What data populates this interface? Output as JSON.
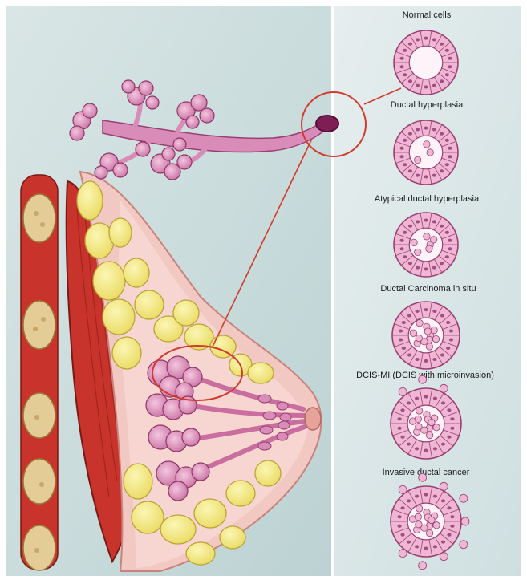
{
  "stages": [
    {
      "label": "Normal cells",
      "variant": "normal"
    },
    {
      "label": "Ductal hyperplasia",
      "variant": "hyperplasia"
    },
    {
      "label": "Atypical ductal hyperplasia",
      "variant": "atypical"
    },
    {
      "label": "Ductal Carcinoma in situ",
      "variant": "dcis"
    },
    {
      "label": "DCIS-MI (DCIS with microinvasion)",
      "variant": "dcis-mi"
    },
    {
      "label": "Invasive ductal cancer",
      "variant": "invasive"
    }
  ],
  "colors": {
    "background_left": "#cfe0e0",
    "background_right": "#dde9ea",
    "callout_line": "#d23a2e",
    "duct_pink": "#d98cb8",
    "cell_fill": "#efb7d4",
    "cell_stroke": "#9a3f73",
    "nucleus": "#a14e85",
    "muscle_red": "#c8342b",
    "fat_yellow": "#f3e47a",
    "rib_tan": "#e3cc95",
    "skin_pink": "#f2c9c2"
  }
}
